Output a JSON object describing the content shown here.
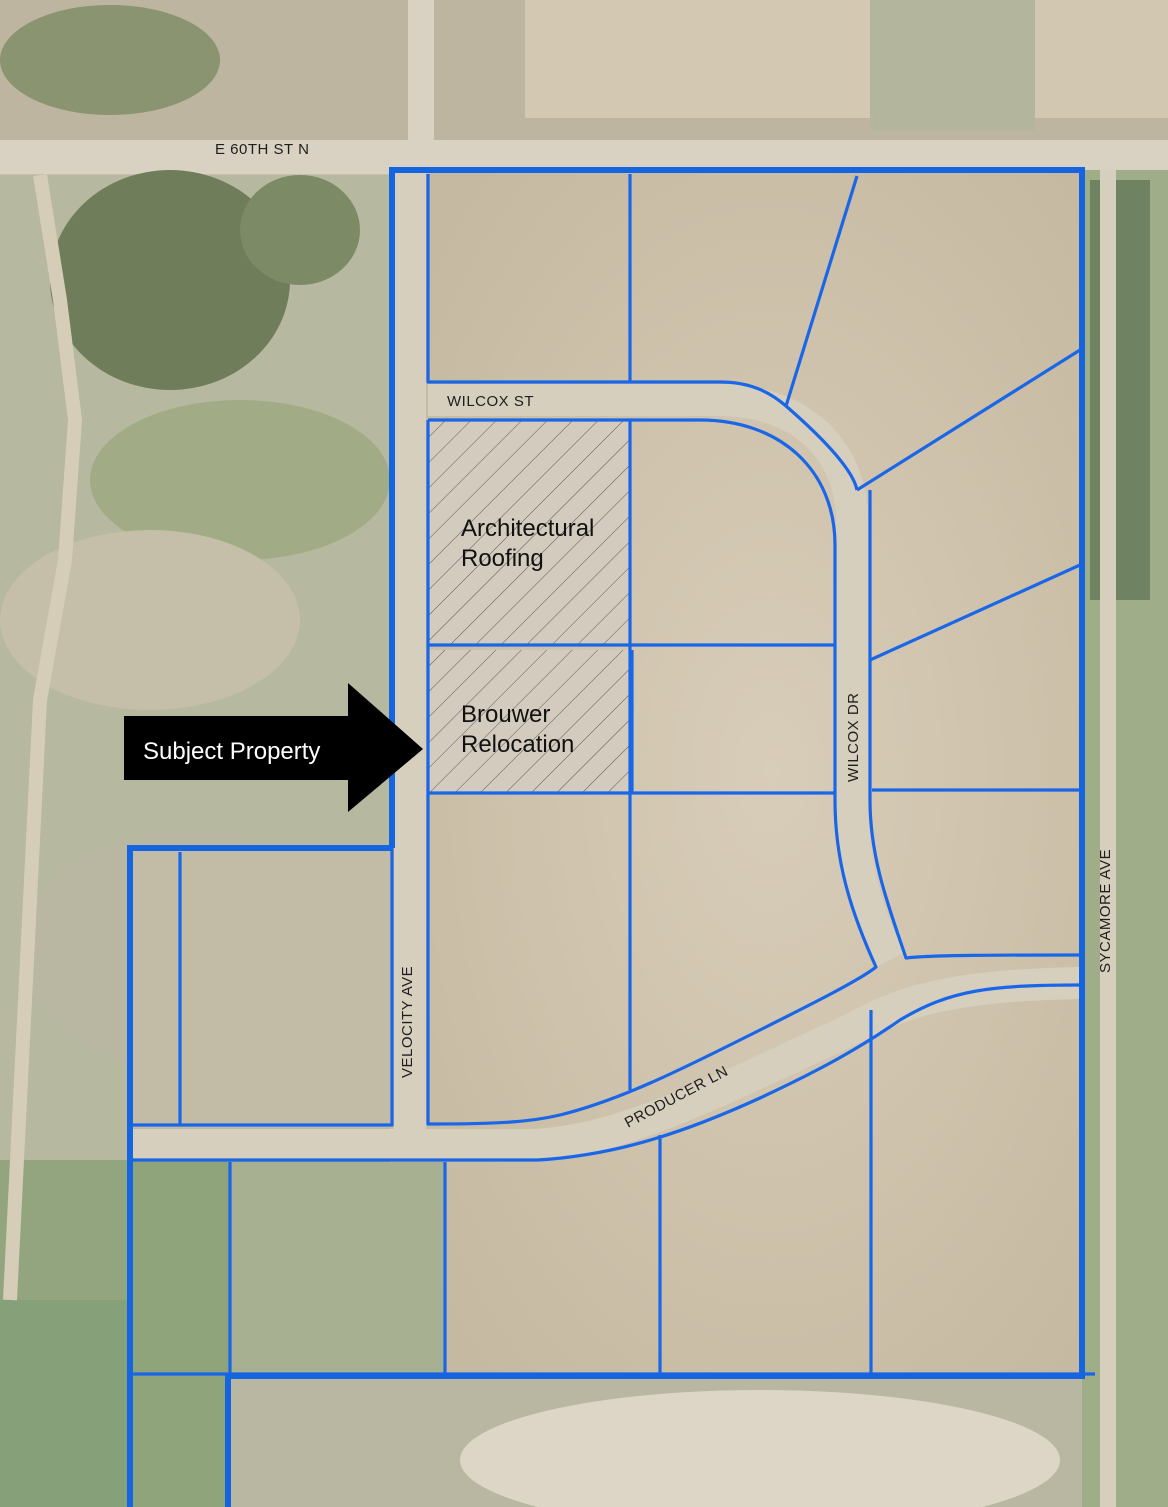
{
  "map": {
    "streets": {
      "e_60th": "E 60TH ST N",
      "wilcox_st": "WILCOX ST",
      "wilcox_dr": "WILCOX DR",
      "sycamore": "SYCAMORE AVE",
      "velocity": "VELOCITY AVE",
      "producer": "PRODUCER LN"
    },
    "parcels": {
      "architectural_line1": "Architectural",
      "architectural_line2": "Roofing",
      "brouwer_line1": "Brouwer",
      "brouwer_line2": "Relocation"
    },
    "callout": {
      "label": "Subject Property"
    },
    "colors": {
      "boundary": "#1565e0",
      "parcel_line": "#1a66e8",
      "hatch": "#555555",
      "callout_bg": "#000000",
      "callout_text": "#ffffff"
    }
  }
}
